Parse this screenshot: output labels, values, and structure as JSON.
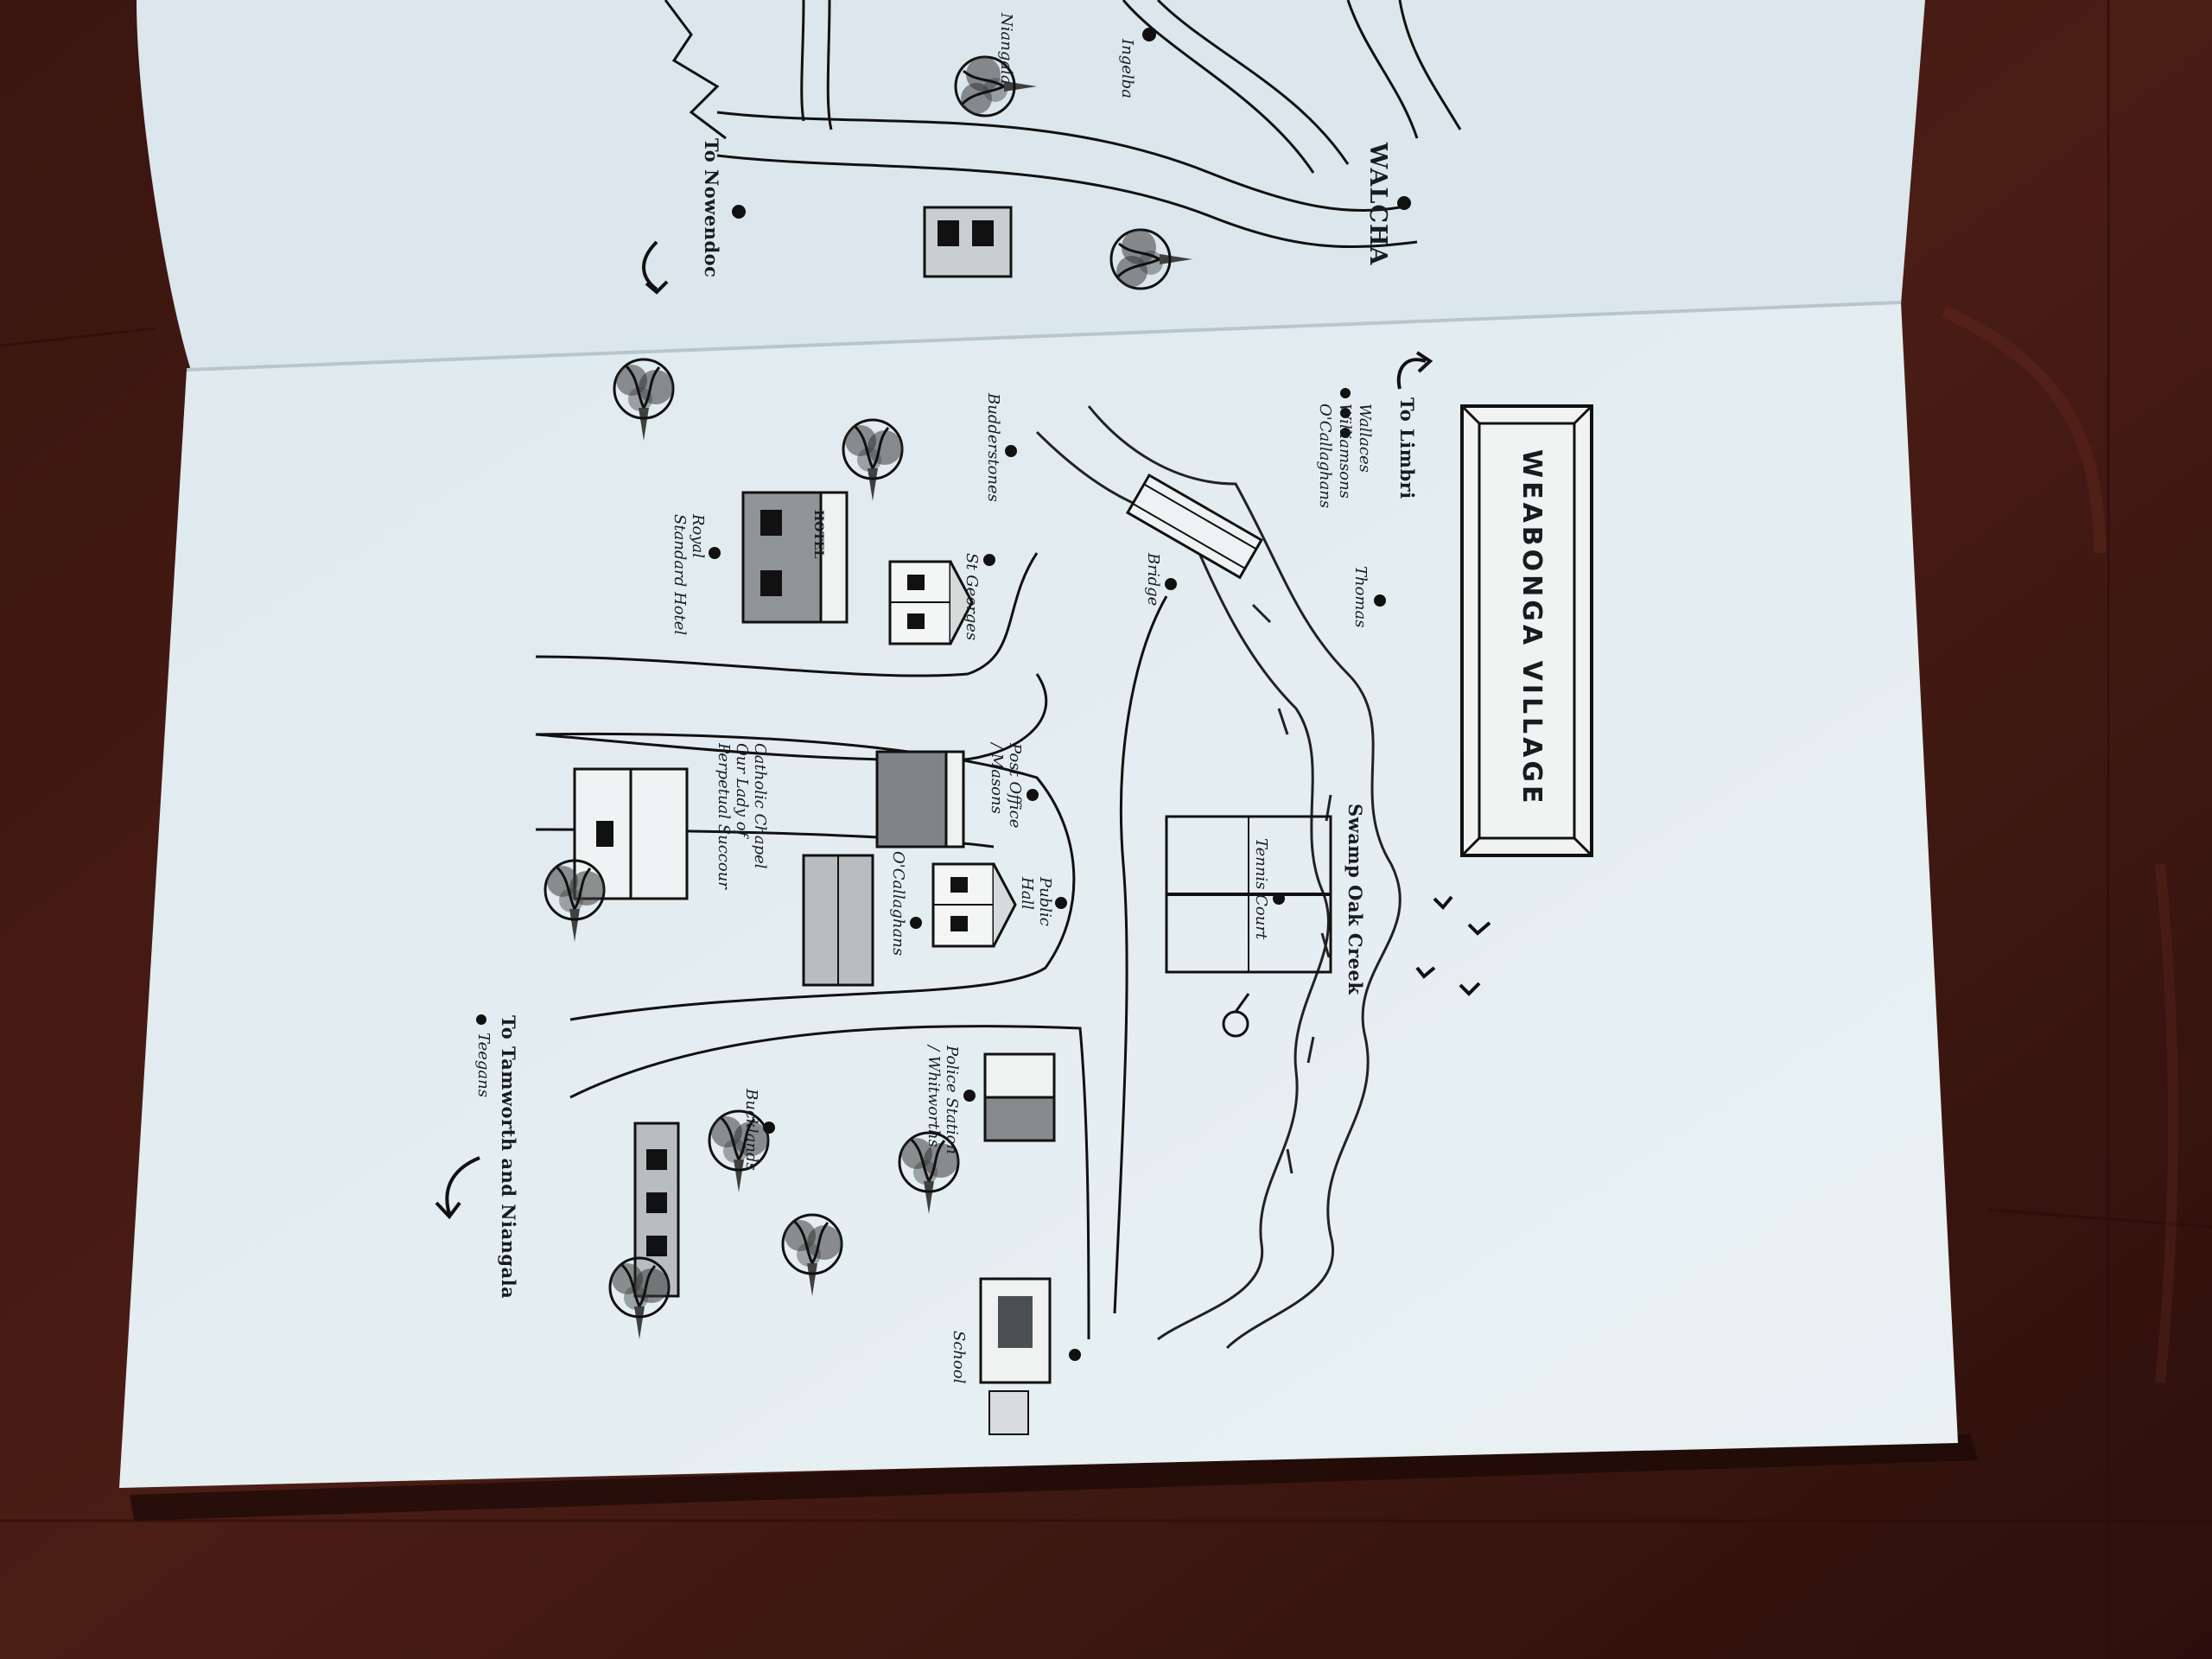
{
  "map": {
    "title": "WEABONGA VILLAGE",
    "roads": {
      "to_limbri": "To Limbri",
      "to_tamworth": "To Tamworth and Niangala",
      "to_nowendoc": "To Nowendoc"
    },
    "to_limbri_stops": [
      "Wallaces",
      "Williamsons",
      "O'Callaghans"
    ],
    "to_tamworth_stops": [
      "Teegans"
    ],
    "places": {
      "thomas": "Thomas",
      "bridge": "Bridge",
      "swamp_oak_creek": "Swamp Oak Creek",
      "tennis_court": "Tennis Court",
      "budderstones": "Budderstones",
      "royal_standard_hotel": "Royal\nStandard Hotel",
      "hotel_sign": "HOTEL",
      "st_georges": "St Georges",
      "post_office": "Post Office\n/ Masons",
      "public_hall": "Public\nHall",
      "ocallaghans": "O'Callaghans",
      "catholic_chapel": "Catholic Chapel\nOur Lady of\nPerpetual Succour",
      "police_station": "Police Station\n/ Whitworths",
      "bucklands": "Bucklands",
      "school": "School"
    },
    "left_page": {
      "walcha": "WALCHA",
      "ingelba": "Ingelba",
      "niangala": "Niangala"
    }
  }
}
